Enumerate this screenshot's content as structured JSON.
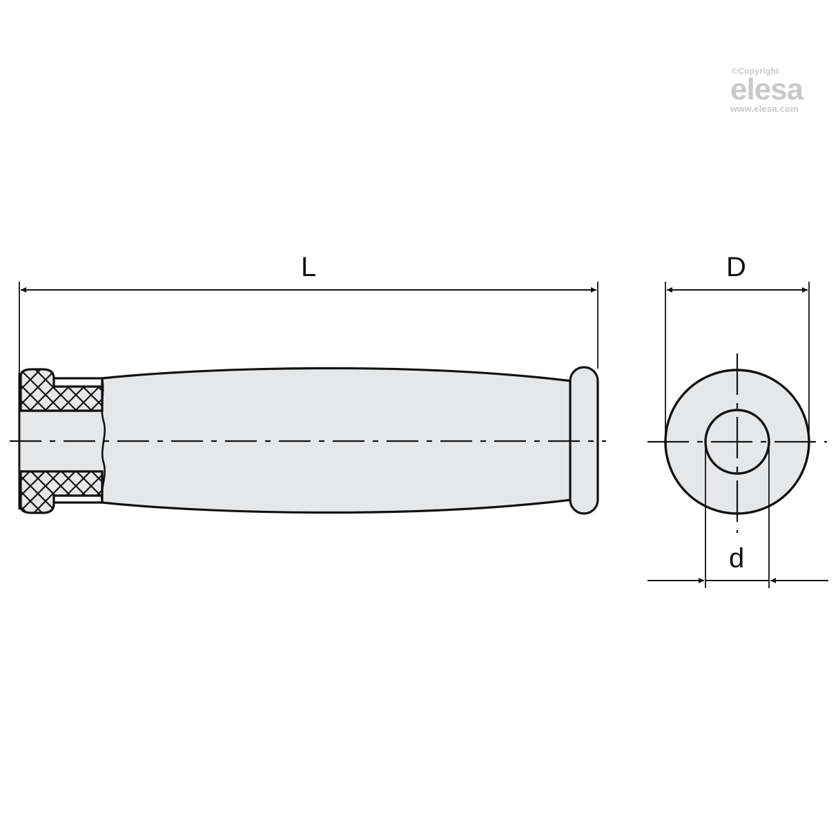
{
  "watermark": {
    "copyright": "©Copyright",
    "brand": "elesa",
    "url": "www.elesa.com",
    "color": "#c8c9cb"
  },
  "drawing": {
    "subject": "cylindrical grip handle, side view with partial section and end view",
    "dimensions": {
      "length_label": "L",
      "outer_diameter_label": "D",
      "bore_diameter_label": "d"
    },
    "colors": {
      "fill": "#e6e7e9",
      "stroke": "#111111"
    }
  }
}
